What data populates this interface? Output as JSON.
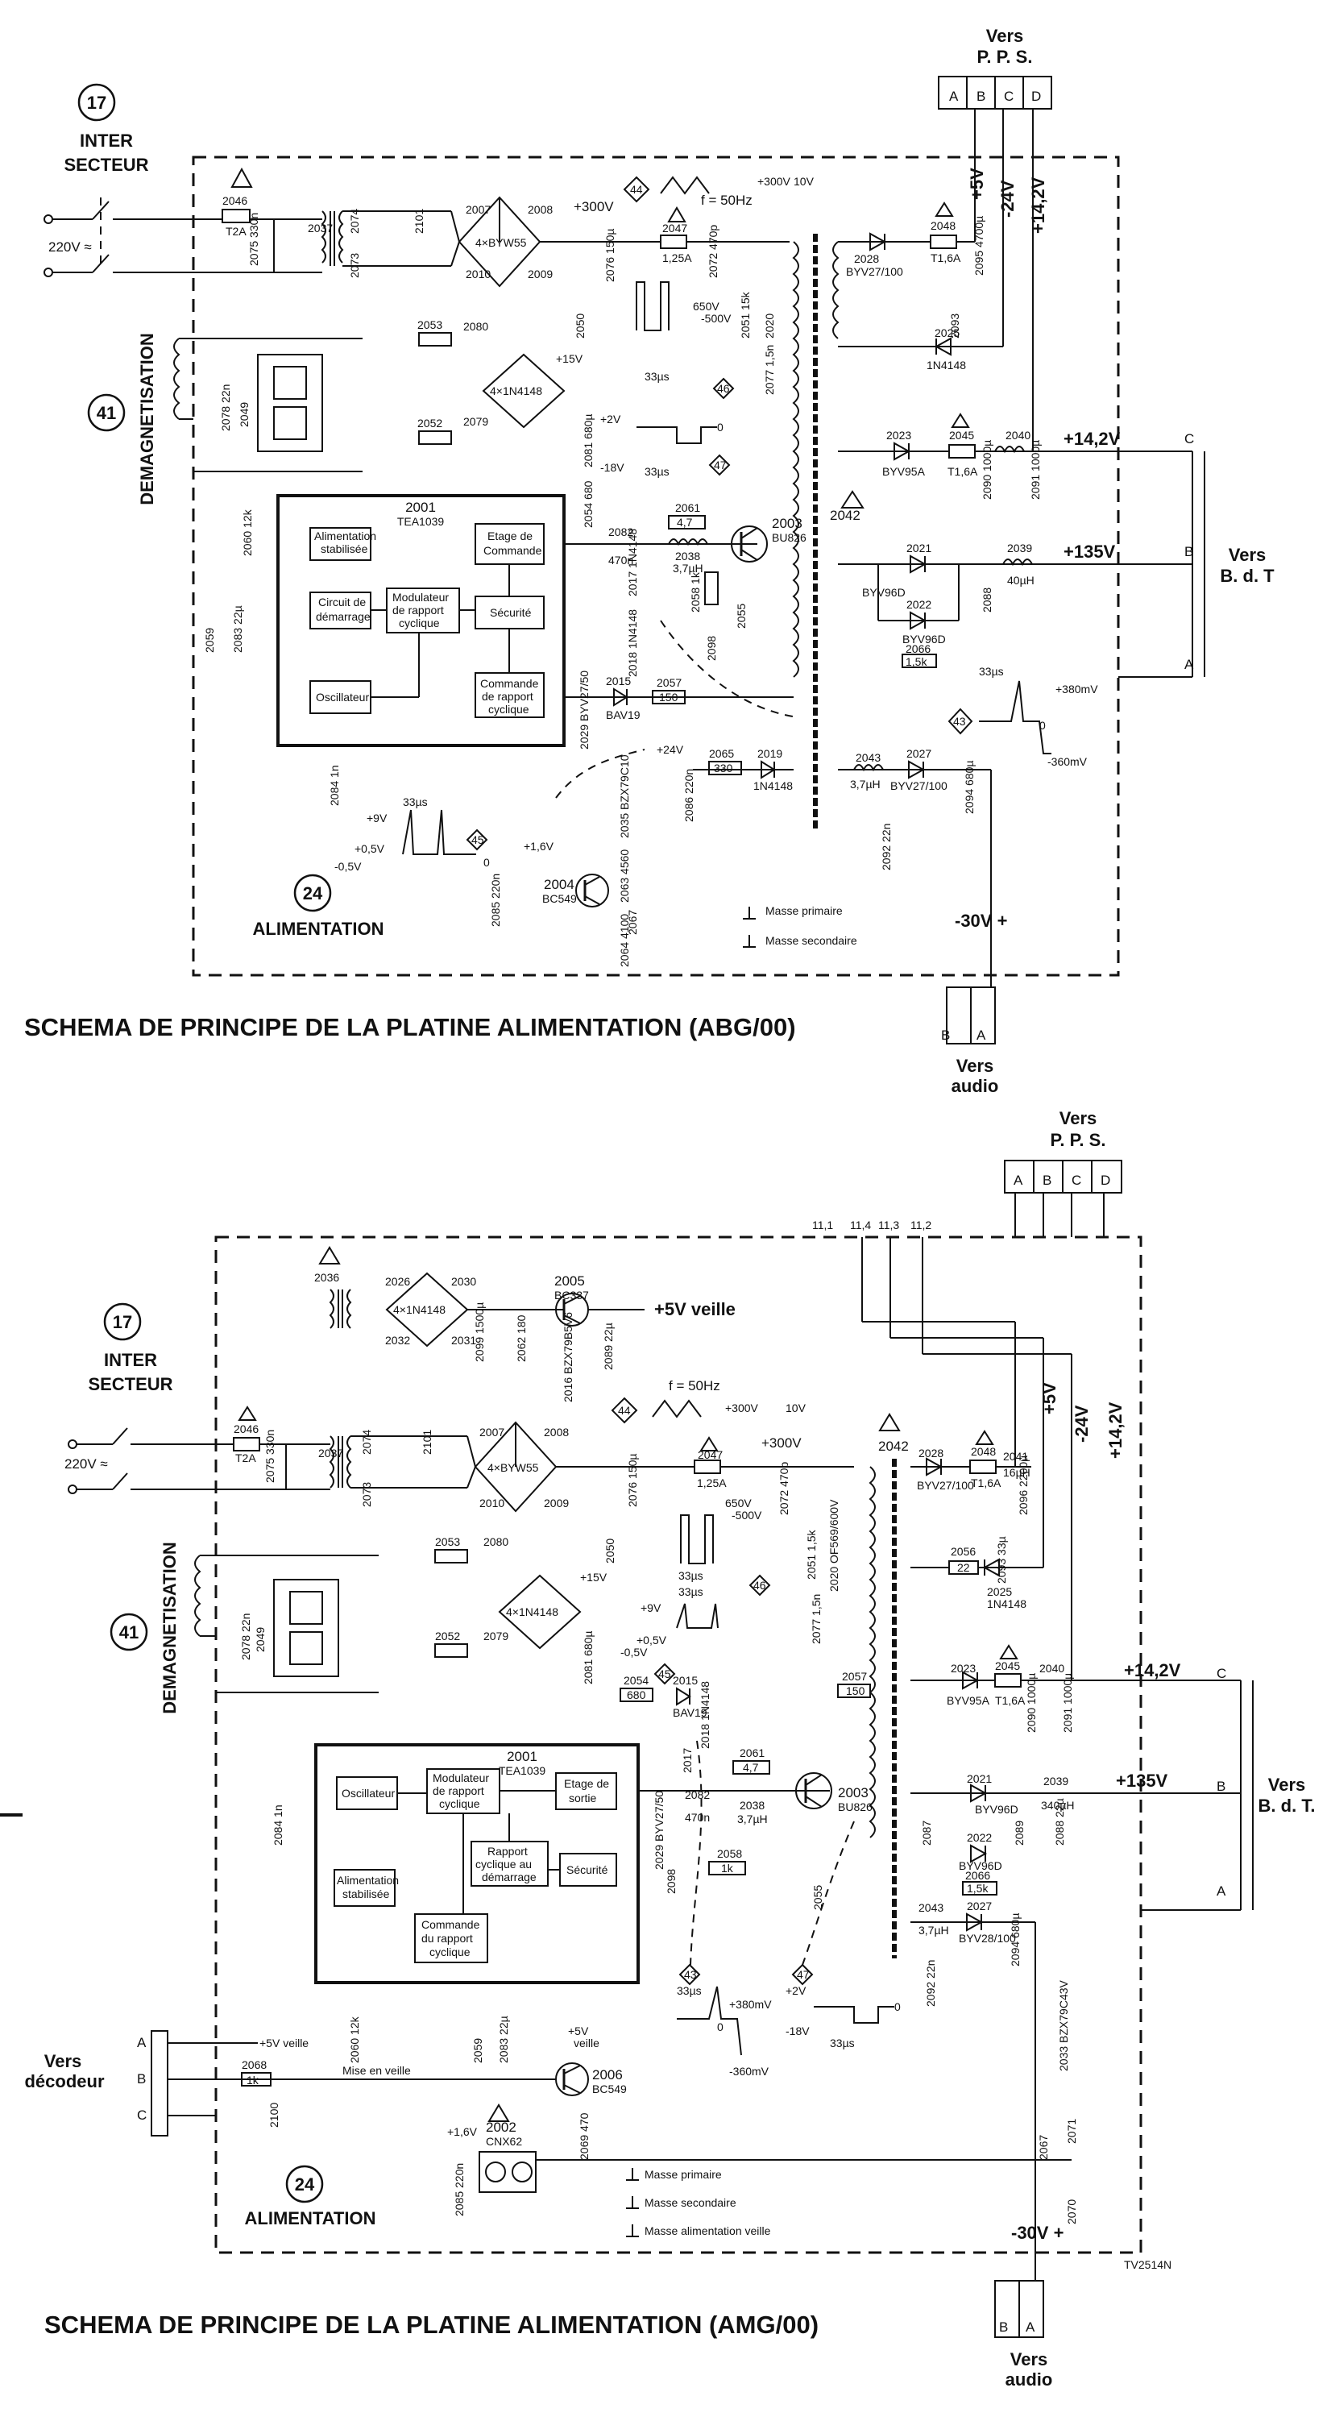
{
  "top": {
    "title": "SCHEMA DE PRINCIPE DE LA PLATINE ALIMENTATION (ABG/00)",
    "refs": {
      "inter": "17",
      "demag": "41",
      "alim": "24"
    },
    "inter_label_1": "INTER",
    "inter_label_2": "SECTEUR",
    "demag_label": "DEMAGNETISATION",
    "alim_label": "ALIMENTATION",
    "mains_label": "220V ≈",
    "ic": {
      "ref": "2001",
      "type": "TEA1039",
      "blocks": [
        "Alimentation stabilisée",
        "Circuit de démarrage",
        "Modulateur de rapport cyclique",
        "Etage de Commande",
        "Sécurité",
        "Oscillateur",
        "Commande de rapport cyclique"
      ]
    },
    "vers_pps": "Vers",
    "vers_pps_2": "P. P. S.",
    "vers_bdt": "Vers",
    "vers_bdt_2": "B. d. T",
    "vers_audio": "Vers",
    "vers_audio_2": "audio",
    "rails": [
      "+5V",
      "-24V",
      "+14,2V",
      "+14,2V",
      "+135V",
      "-30V +"
    ],
    "pps_pins": [
      "A",
      "B",
      "C",
      "D"
    ],
    "bdt_pins": [
      "C",
      "B",
      "A"
    ],
    "audio_pins": [
      "B",
      "A"
    ],
    "transistors": [
      "2003 BU826",
      "2004 BC549"
    ],
    "components": [
      "2046 T2A",
      "2075 330n",
      "2037",
      "2074",
      "2073",
      "2101",
      "2007",
      "2008",
      "2010",
      "2009",
      "4×BYW55",
      "2076 150µ",
      "2047 1,25A",
      "2072 470p",
      "2028 BYV27/100",
      "2048 T1,6A",
      "2095 4700µ",
      "2025 1N4148",
      "2093",
      "2023 BYV95A",
      "2045 T1,6A",
      "2040",
      "2090 1000µ",
      "2091 1000µ",
      "2021 BYV96D",
      "2022 BYV96D",
      "2039 40µH",
      "2088",
      "2066 1,5k",
      "2053",
      "2080",
      "2052",
      "2079",
      "2078 22n",
      "2049",
      "2060 12k",
      "2059",
      "2083 22µ",
      "2054 680",
      "2082 470n",
      "2061 4,7",
      "2038 3,7µH",
      "2017 1N4148",
      "2018 1N4148",
      "2058 1k",
      "2055",
      "2098",
      "2015 BAV19",
      "2057 150",
      "2029 BYV27/50",
      "2084 1n",
      "2065 330",
      "2019 1N4148",
      "2043 3,7µH",
      "2027 BYV27/100",
      "2094 680µ",
      "2035 BZX79C10",
      "2086",
      "2063 4560",
      "2085 220n",
      "2067",
      "2064 4100",
      "2092 22n",
      "2042"
    ],
    "notes": [
      "+300V",
      "f = 50Hz",
      "10V",
      "650V",
      "-500V",
      "33µs",
      "+2V",
      "-18V",
      "0",
      "+15V",
      "+9V",
      "+0,5V",
      "-0,5V",
      "+1,6V",
      "+24V",
      "+380mV",
      "-360mV",
      "Masse primaire",
      "Masse secondaire"
    ]
  },
  "bottom": {
    "title": "SCHEMA DE PRINCIPE DE LA PLATINE ALIMENTATION (AMG/00)",
    "refs": {
      "inter": "17",
      "demag": "41",
      "alim": "24"
    },
    "inter_label_1": "INTER",
    "inter_label_2": "SECTEUR",
    "demag_label": "DEMAGNETISATION",
    "alim_label": "ALIMENTATION",
    "mains_label": "220V ≈",
    "ic": {
      "ref": "2001",
      "type": "TEA1039",
      "blocks": [
        "Oscillateur",
        "Modulateur de rapport cyclique",
        "Etage de sortie",
        "Alimentation stabilisée",
        "Rapport cyclique au démarrage",
        "Sécurité",
        "Commande du rapport cyclique"
      ]
    },
    "vers_pps": "Vers",
    "vers_pps_2": "P. P. S.",
    "vers_bdt": "Vers",
    "vers_bdt_2": "B. d. T.",
    "vers_audio": "Vers",
    "vers_audio_2": "audio",
    "vers_decodeur": "Vers",
    "vers_decodeur_2": "décodeur",
    "veille": "+5V veille",
    "mise_en_veille": "Mise en veille",
    "rails": [
      "+5V",
      "-24V",
      "+14,2V",
      "+14,2V",
      "+135V",
      "-30V +"
    ],
    "pps_pins": [
      "A",
      "B",
      "C",
      "D"
    ],
    "bdt_pins": [
      "C",
      "B",
      "A"
    ],
    "audio_pins": [
      "B",
      "A"
    ],
    "decodeur_pins": [
      "A",
      "B",
      "C"
    ],
    "transistors": [
      "2005 BC337",
      "2003 BU826",
      "2006 BC549"
    ],
    "optocoupler": "2002 CNX62",
    "components": [
      "2036",
      "2026",
      "2030",
      "2032",
      "2031",
      "4×1N4148",
      "2099 1500µ",
      "2062 180",
      "2016 BZX79B5V6",
      "2089 22µ",
      "2046 T2A",
      "2075 330n",
      "2037",
      "2074",
      "2073",
      "2101",
      "4×BYW55",
      "2076 150µ",
      "2047 1,25A",
      "2072 470p",
      "2042",
      "2028 BYV27/100",
      "2048 T1,6A",
      "2041 16µH",
      "2096 2200µ",
      "2093 33µ",
      "2056 22",
      "2025 1N4148",
      "2051 1,5k",
      "2020 OF569/600V",
      "2077 1,5n",
      "2053",
      "2080",
      "2052",
      "2079",
      "2081 680µ",
      "2050",
      "2049",
      "2078 22n",
      "2054 680",
      "2015 BAV19",
      "2018 1N4148",
      "2057 150",
      "2023 BYV95A",
      "2045 T1,6A",
      "2040",
      "2090 1000µ",
      "2091 1000µ",
      "2017",
      "2082 470n",
      "2061 4,7",
      "2038 3,7µH",
      "2029 BYV27/50",
      "2098",
      "2058 1k",
      "2055",
      "2021 BYV96D",
      "2022 BYV96D",
      "2039 340µH",
      "2087",
      "2088 22µ",
      "2066 1,5k",
      "2043 3,7µH",
      "2027 BYV28/100",
      "2094 680µ",
      "2092 22n",
      "2084 1n",
      "2060 12k",
      "2059",
      "2083 22µ",
      "2068 1k",
      "2100",
      "2069 470",
      "2085 220n",
      "2033 BZX79C43V",
      "2071",
      "2067",
      "2070"
    ],
    "notes": [
      "+300V",
      "f = 50Hz",
      "10V",
      "650V",
      "-500V",
      "33µs",
      "+15V",
      "+9V",
      "+0,5V",
      "-0,5V",
      "+2V",
      "-18V",
      "0",
      "+380mV",
      "-360mV",
      "+1,6V",
      "+5V",
      "Masse primaire",
      "Masse secondaire",
      "Masse alimentation veille"
    ],
    "code": "TV2514N"
  }
}
